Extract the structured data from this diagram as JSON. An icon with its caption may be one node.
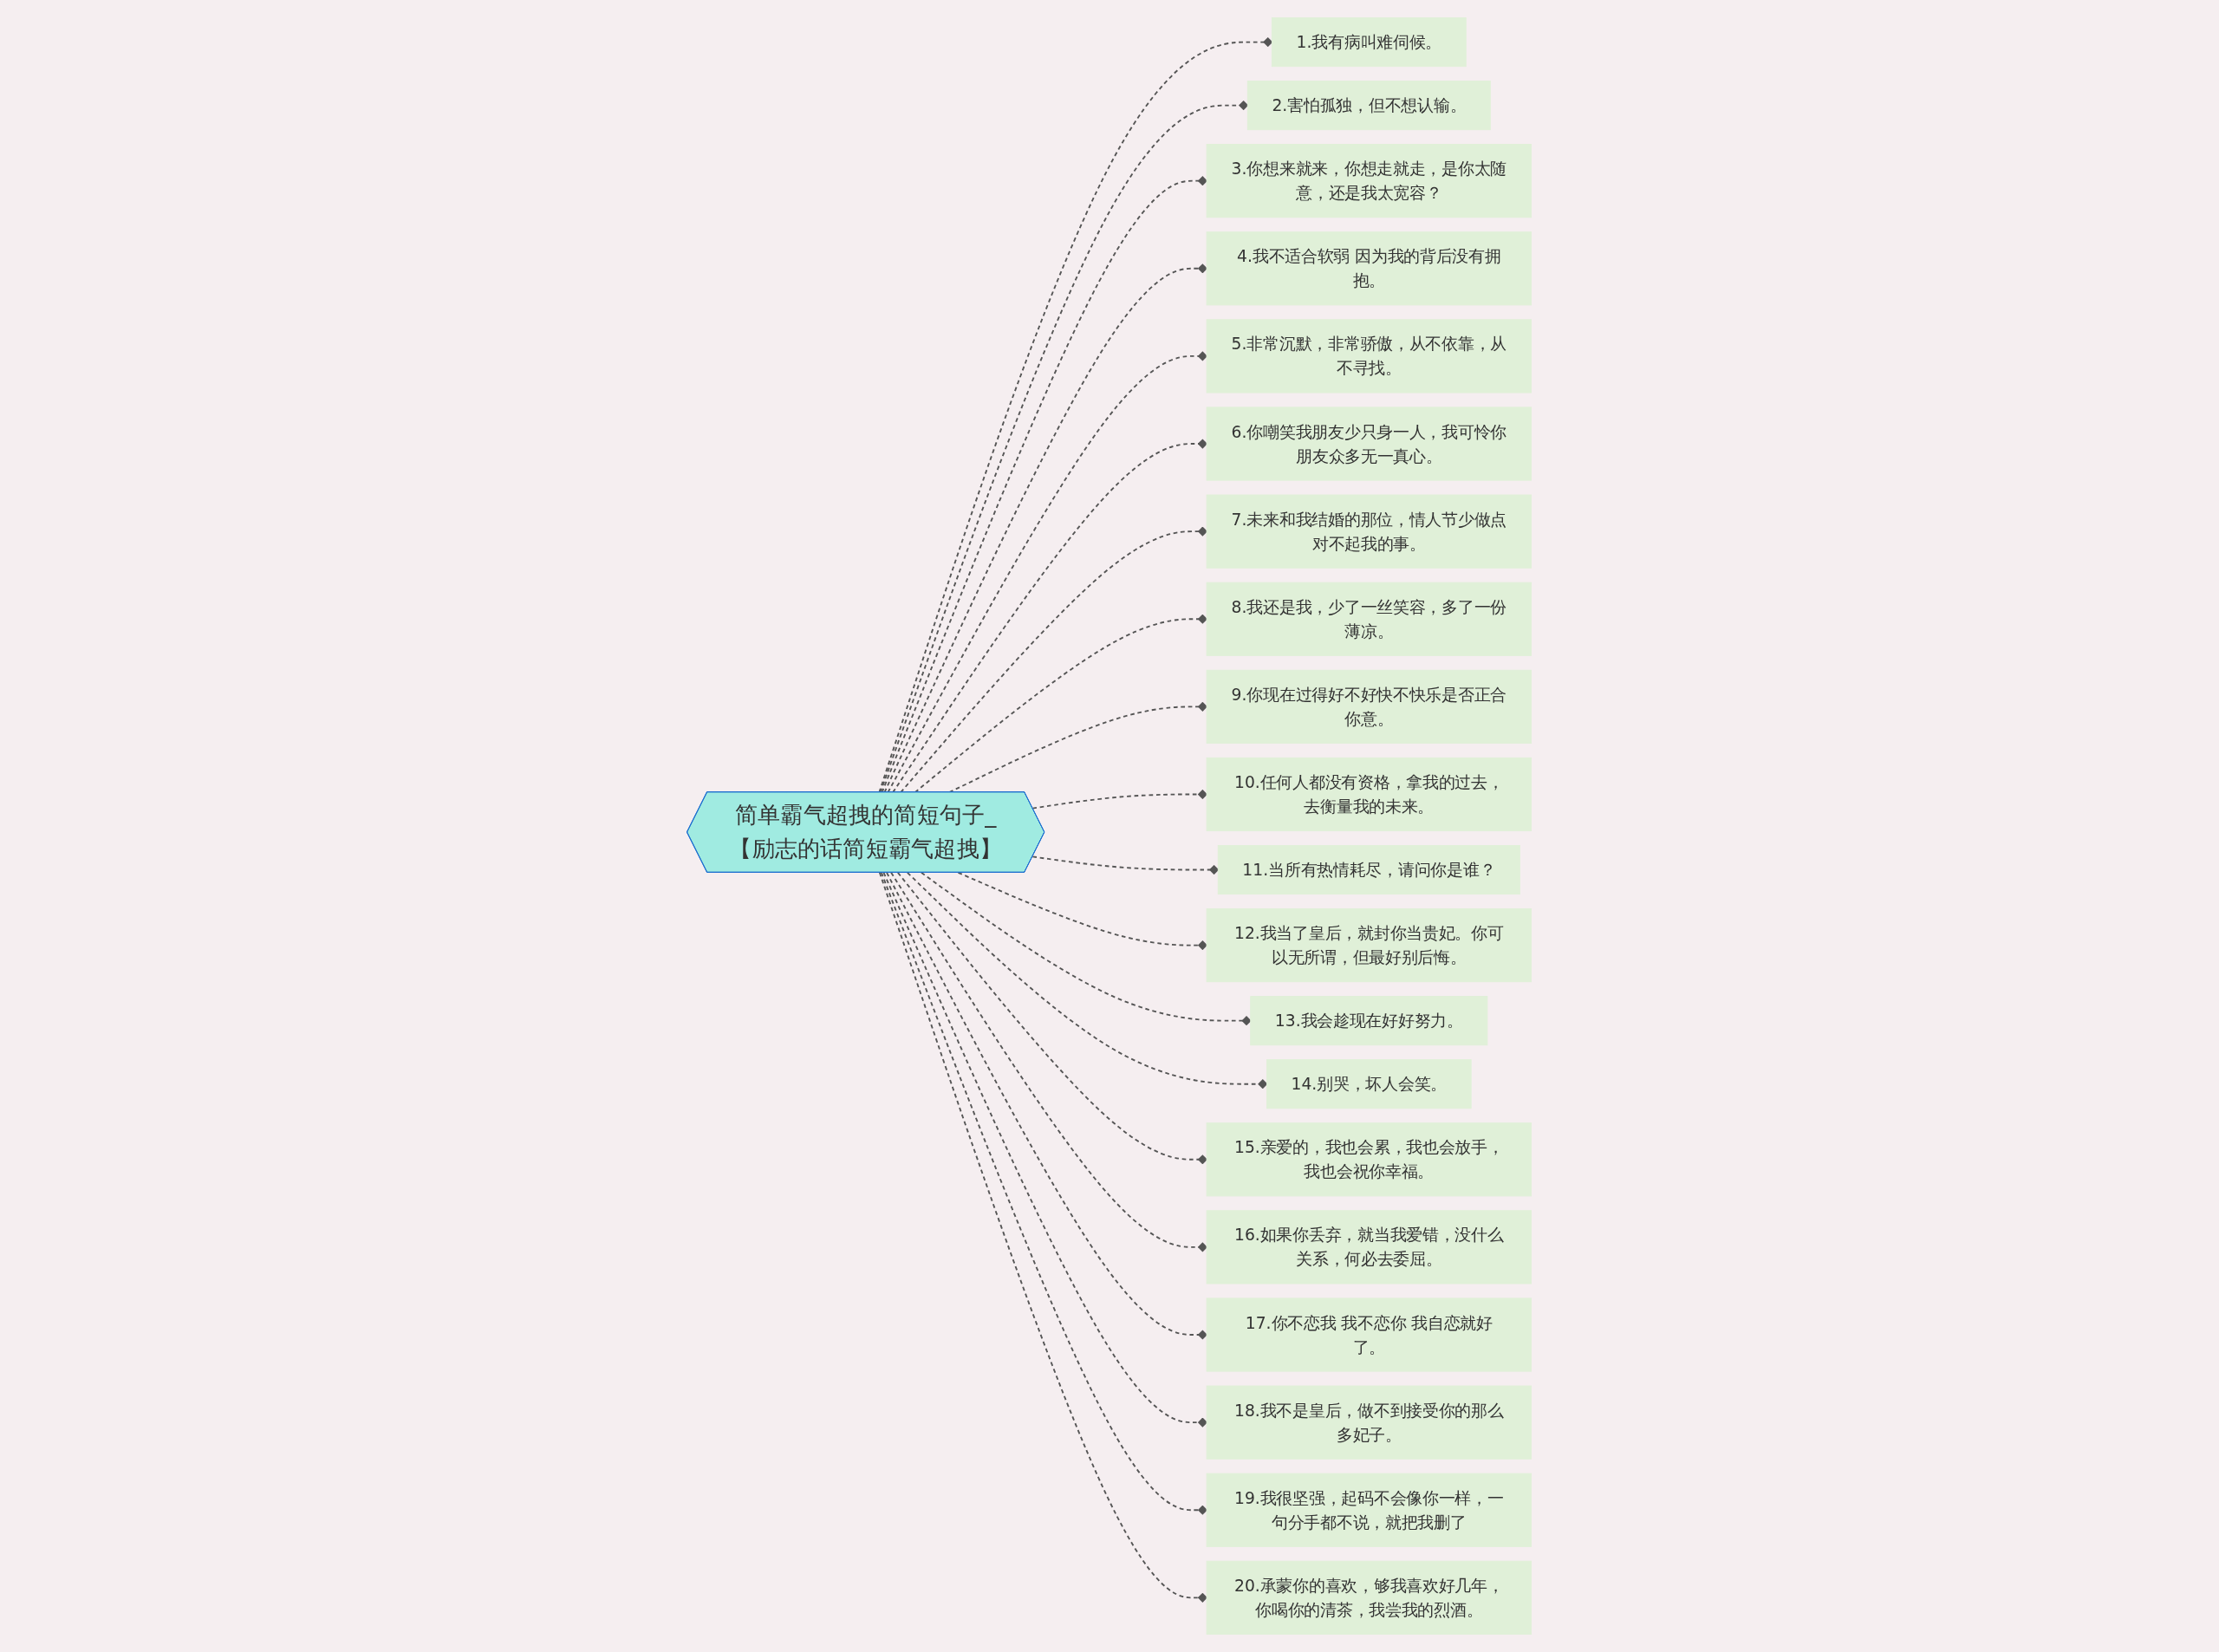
{
  "diagram": {
    "nodes": [
      {
        "text": [
          "简单霸气超拽的简短句子_【励志的话简短霸气超拽】"
        ]
      },
      {
        "text": [
          "1.我有病叫难伺候。"
        ]
      },
      {
        "text": [
          "2.害怕孤独，但不想认输。"
        ]
      },
      {
        "text": [
          "3.你想来就来，你想走就走，是你太随意，还是我太宽容？"
        ]
      },
      {
        "text": [
          "4.我不适合软弱 因为我的背后没有拥抱。"
        ]
      },
      {
        "text": [
          "5.非常沉默，非常骄傲，从不依靠，从不寻找。"
        ]
      },
      {
        "text": [
          "6.你嘲笑我朋友少只身一人，我可怜你朋友众多无一真心。"
        ]
      },
      {
        "text": [
          "7.未来和我结婚的那位，情人节少做点对不起我的事。"
        ]
      },
      {
        "text": [
          "8.我还是我，少了一丝笑容，多了一份薄凉。"
        ]
      },
      {
        "text": [
          "9.你现在过得好不好快不快乐是否正合你意。"
        ]
      },
      {
        "text": [
          "10.任何人都没有资格，拿我的过去，去衡量我的未来。"
        ]
      },
      {
        "text": [
          "11.当所有热情耗尽，请问你是谁？"
        ]
      },
      {
        "text": [
          "12.我当了皇后，就封你当贵妃。你可以无所谓，但最好别后悔。"
        ]
      },
      {
        "text": [
          "13.我会趁现在好好努力。"
        ]
      },
      {
        "text": [
          "14.别哭，坏人会笑。"
        ]
      },
      {
        "text": [
          "15.亲爱的，我也会累，我也会放手，我也会祝你幸福。"
        ]
      },
      {
        "text": [
          "16.如果你丢弃，就当我爱错，没什么关系，何必去委屈。"
        ]
      },
      {
        "text": [
          "17.你不恋我 我不恋你 我自恋就好了。"
        ]
      },
      {
        "text": [
          "18.我不是皇后，做不到接受你的那么多妃子。"
        ]
      },
      {
        "text": [
          "19.我很坚强，起码不会像你一样，一句分手都不说，就把我删了"
        ]
      },
      {
        "text": [
          "20.承蒙你的喜欢，够我喜欢好几年，你喝你的清茶，我尝我的烈酒。"
        ]
      }
    ],
    "edges": [
      {
        "from": 0,
        "to": 1,
        "arrow": "other",
        "style": "dashed"
      },
      {
        "from": 0,
        "to": 2,
        "arrow": "other",
        "style": "dashed"
      },
      {
        "from": 0,
        "to": 3,
        "arrow": "other",
        "style": "dashed"
      },
      {
        "from": 0,
        "to": 4,
        "arrow": "other",
        "style": "dashed"
      },
      {
        "from": 0,
        "to": 5,
        "arrow": "other",
        "style": "dashed"
      },
      {
        "from": 0,
        "to": 6,
        "arrow": "other",
        "style": "dashed"
      },
      {
        "from": 0,
        "to": 7,
        "arrow": "other",
        "style": "dashed"
      },
      {
        "from": 0,
        "to": 8,
        "arrow": "other",
        "style": "dashed"
      },
      {
        "from": 0,
        "to": 9,
        "arrow": "other",
        "style": "dashed"
      },
      {
        "from": 0,
        "to": 10,
        "arrow": "other",
        "style": "dashed"
      },
      {
        "from": 0,
        "to": 11,
        "arrow": "other",
        "style": "dashed"
      },
      {
        "from": 0,
        "to": 12,
        "arrow": "other",
        "style": "dashed"
      },
      {
        "from": 0,
        "to": 13,
        "arrow": "other",
        "style": "dashed"
      },
      {
        "from": 0,
        "to": 14,
        "arrow": "other",
        "style": "dashed"
      },
      {
        "from": 0,
        "to": 15,
        "arrow": "other",
        "style": "dashed"
      },
      {
        "from": 0,
        "to": 16,
        "arrow": "other",
        "style": "dashed"
      },
      {
        "from": 0,
        "to": 17,
        "arrow": "other",
        "style": "dashed"
      },
      {
        "from": 0,
        "to": 18,
        "arrow": "other",
        "style": "dashed"
      },
      {
        "from": 0,
        "to": 19,
        "arrow": "other",
        "style": "dashed"
      },
      {
        "from": 0,
        "to": 20,
        "arrow": "other",
        "style": "dashed"
      }
    ]
  }
}
